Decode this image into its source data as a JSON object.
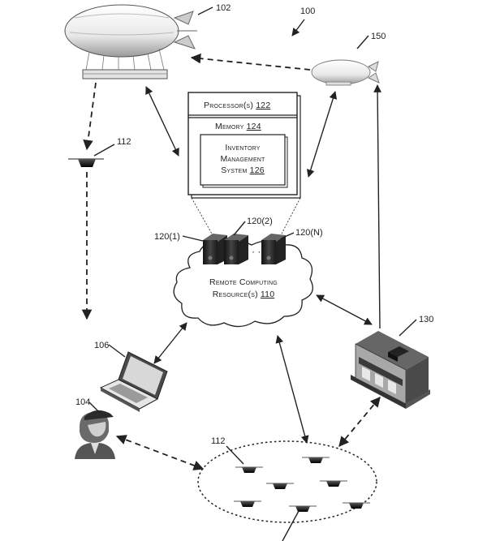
{
  "labels": {
    "fig_ref": "100",
    "airship_main": "102",
    "airship_small": "150",
    "item_single": "112",
    "item_group": "112",
    "laptop": "106",
    "user": "104",
    "building": "130",
    "server_1": "120(1)",
    "server_2": "120(2)",
    "server_n": "120(N)"
  },
  "server_box": {
    "processor": "Processor(s)",
    "processor_ref": "122",
    "memory": "Memory",
    "memory_ref": "124",
    "ims_line1": "Inventory",
    "ims_line2": "Management",
    "ims_line3": "System",
    "ims_ref": "126"
  },
  "cloud": {
    "line1": "Remote Computing",
    "line2": "Resource(s)",
    "ref": "110"
  },
  "colors": {
    "stroke": "#222222",
    "device_dark": "#2a2a2a",
    "device_mid": "#7a7a7a",
    "device_light": "#cfcfcf"
  }
}
